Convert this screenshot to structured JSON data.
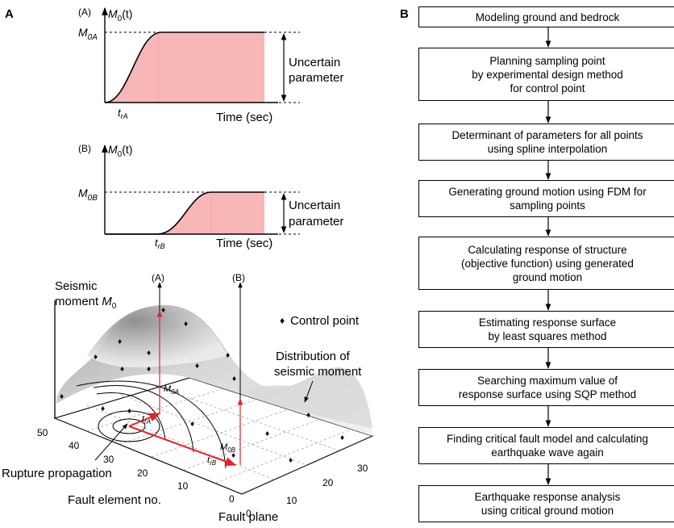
{
  "panel_a": {
    "letter": "A",
    "graph_a": {
      "tag": "(A)",
      "y_label": "M",
      "y_label_sub": "0",
      "y_label_arg": "(t)",
      "level_label": "M",
      "level_label_sub": "0A",
      "t_label": "t",
      "t_label_sub": "rA",
      "x_label": "Time (sec)",
      "uncertain_line1": "Uncertain",
      "uncertain_line2": "parameter"
    },
    "graph_b": {
      "tag": "(B)",
      "y_label": "M",
      "y_label_sub": "0",
      "y_label_arg": "(t)",
      "level_label": "M",
      "level_label_sub": "0B",
      "t_label": "t",
      "t_label_sub": "rB",
      "x_label": "Time (sec)",
      "uncertain_line1": "Uncertain",
      "uncertain_line2": "parameter"
    },
    "surface": {
      "z_label_line1": "Seismic",
      "z_label_line2": "moment",
      "z_label_sym": "M",
      "z_label_sub": "0",
      "marker_a": "(A)",
      "marker_b": "(B)",
      "legend_symbol": "♦",
      "legend_text": "Control point",
      "dist_line1": "Distribution of",
      "dist_line2": "seismic moment",
      "m0a": "M",
      "m0a_sub": "0A",
      "tra": "t",
      "tra_sub": "rA",
      "m0b": "M",
      "m0b_sub": "0B",
      "trb": "t",
      "trb_sub": "rB",
      "rupture_label": "Rupture propagation",
      "fault_element_label": "Fault element no.",
      "fault_plane_label": "Fault plane",
      "left_axis_ticks": [
        "50",
        "40",
        "30",
        "20",
        "10",
        "0"
      ],
      "right_axis_ticks": [
        "0",
        "10",
        "20",
        "30"
      ]
    }
  },
  "panel_b": {
    "letter": "B",
    "steps": [
      [
        "Modeling ground and bedrock"
      ],
      [
        "Planning sampling point",
        "by experimental design method",
        "for control point"
      ],
      [
        "Determinant of parameters for all points",
        "using spline interpolation"
      ],
      [
        "Generating ground motion using FDM for",
        "sampling points"
      ],
      [
        "Calculating response of structure",
        "(objective function) using generated",
        "ground motion"
      ],
      [
        "Estimating response surface",
        "by least squares method"
      ],
      [
        "Searching maximum value of",
        "response surface using SQP method"
      ],
      [
        "Finding critical fault model and calculating",
        "earthquake wave again"
      ],
      [
        "Earthquake response analysis",
        "using critical ground motion"
      ]
    ]
  }
}
